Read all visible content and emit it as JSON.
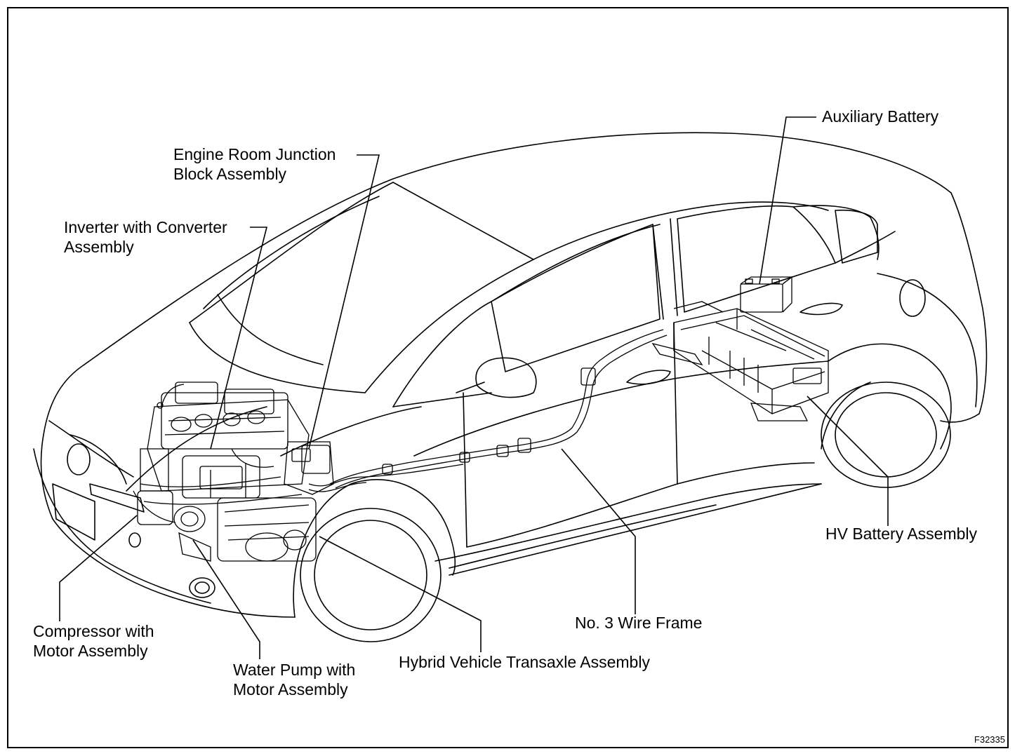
{
  "labels": {
    "engine_room_junction": [
      "Engine Room Junction",
      "Block Assembly"
    ],
    "inverter": [
      "Inverter with Converter",
      "Assembly"
    ],
    "auxiliary_battery": [
      "Auxiliary Battery"
    ],
    "hv_battery": [
      "HV Battery Assembly"
    ],
    "no3_wire_frame": [
      "No. 3 Wire Frame"
    ],
    "transaxle": [
      "Hybrid Vehicle Transaxle Assembly"
    ],
    "water_pump": [
      "Water Pump with",
      "Motor Assembly"
    ],
    "compressor": [
      "Compressor with",
      "Motor Assembly"
    ]
  },
  "figure_code": "F32335",
  "colors": {
    "ink": "#000000",
    "paper": "#ffffff"
  }
}
